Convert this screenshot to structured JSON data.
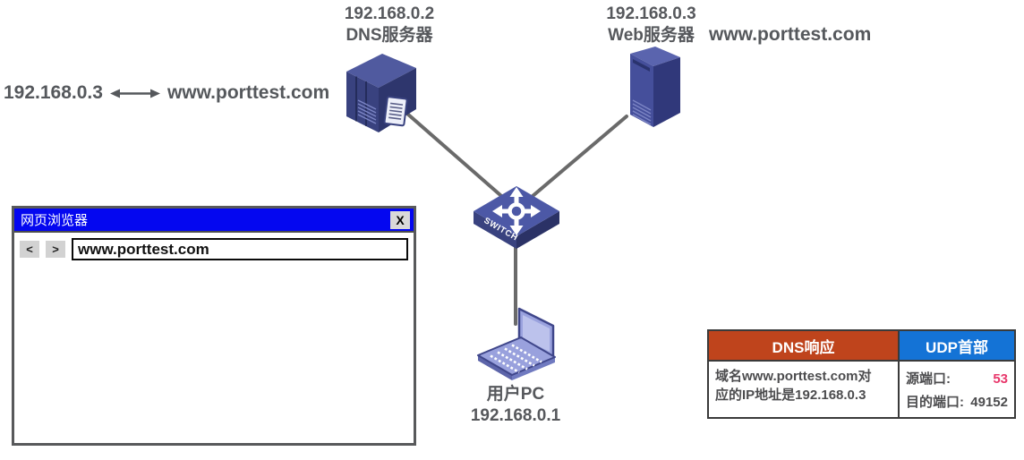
{
  "nodes": {
    "dns_server": {
      "ip": "192.168.0.2",
      "name": "DNS服务器"
    },
    "web_server": {
      "ip": "192.168.0.3",
      "name": "Web服务器"
    },
    "switch": {
      "label": "SWITCH"
    },
    "user_pc": {
      "name": "用户PC",
      "ip": "192.168.0.1"
    }
  },
  "web_domain_label": "www.porttest.com",
  "dns_mapping": {
    "ip": "192.168.0.3",
    "domain": "www.porttest.com"
  },
  "browser": {
    "title": "网页浏览器",
    "close": "X",
    "back": "<",
    "forward": ">",
    "address": "www.porttest.com"
  },
  "packet_table": {
    "dns_header": "DNS响应",
    "udp_header": "UDP首部",
    "dns_response_lines": [
      "域名www.porttest.com对",
      "应的IP地址是192.168.0.3"
    ],
    "dns_response_text": "域名www.porttest.com对应的IP地址是192.168.0.3",
    "udp_rows": [
      {
        "label": "源端口:",
        "value": "53"
      },
      {
        "label": "目的端口:",
        "value": "49152"
      }
    ]
  },
  "colors": {
    "dns_header_bg": "#bf441c",
    "udp_header_bg": "#1473d6",
    "source_port_value": "#e8376b",
    "titlebar_blue": "#0407f0",
    "device_navy": "#39427f",
    "device_periwinkle": "#9aa2dc",
    "connection_line": "#6a6a6a",
    "text_gray": "#56585c"
  }
}
